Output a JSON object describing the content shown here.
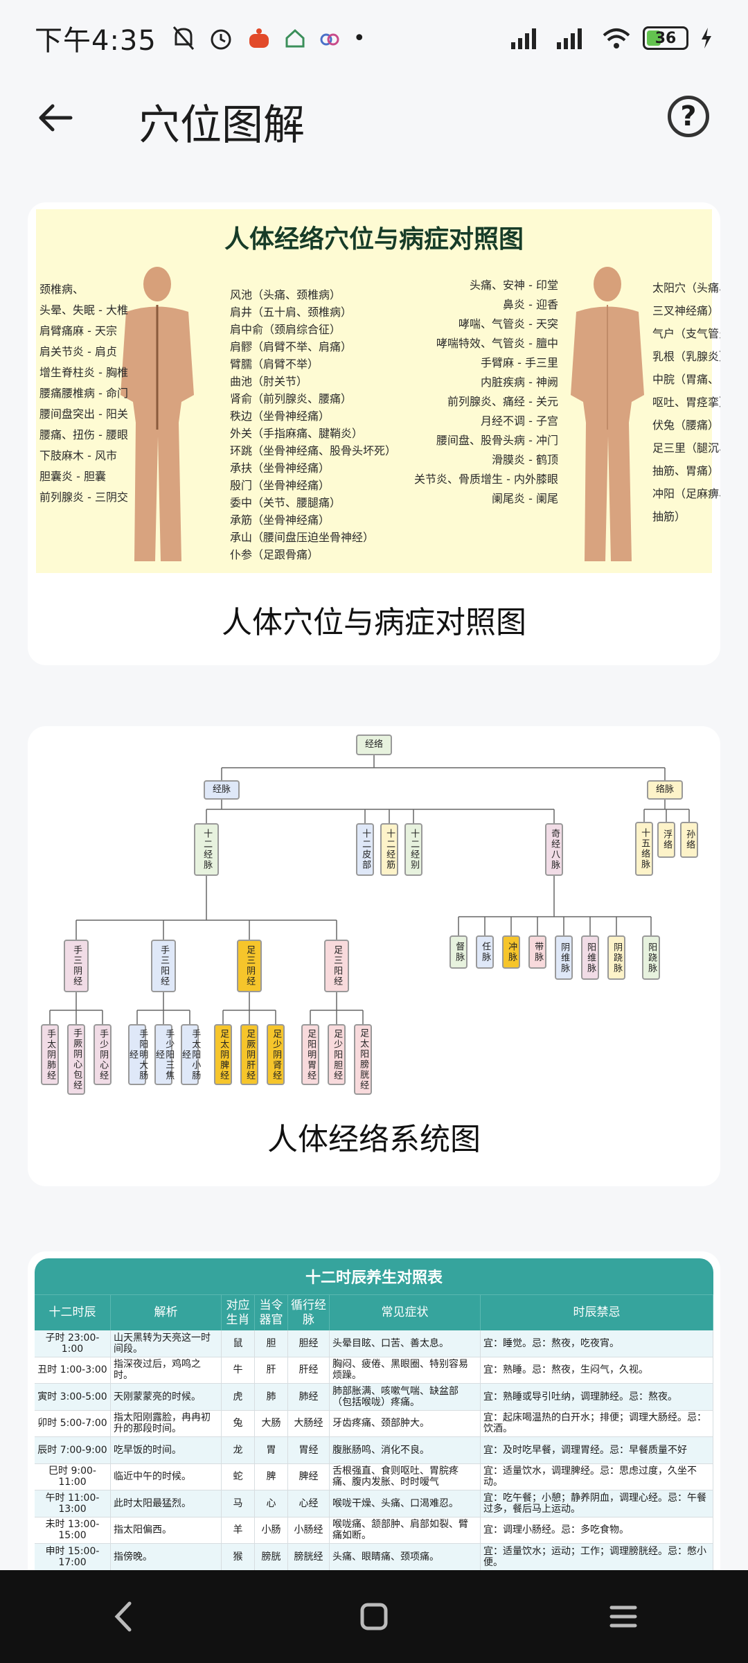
{
  "status": {
    "time": "下午4:35",
    "battery": "36"
  },
  "header": {
    "title": "穴位图解"
  },
  "card1": {
    "image_title": "人体经络穴位与病症对照图",
    "caption": "人体穴位与病症对照图",
    "left_labels": [
      "颈椎病、",
      "头晕、失眠 - 大椎",
      "肩臂痛麻 - 天宗",
      "肩关节炎 - 肩贞",
      "增生脊柱炎 - 胸椎",
      "腰痛腰椎病 - 命门",
      "腰间盘突出 - 阳关",
      "腰痛、扭伤 - 腰眼",
      "下肢麻木 - 风市",
      "胆囊炎 - 胆囊",
      "前列腺炎 - 三阴交"
    ],
    "mid_labels": [
      "风池（头痛、颈椎病）",
      "肩井（五十肩、颈椎病）",
      "肩中俞（颈肩综合征）",
      "肩髎（肩臂不举、肩痛）",
      "臂臑（肩臂不举）",
      "曲池（肘关节）",
      "肾俞（前列腺炎、腰痛）",
      "秩边（坐骨神经痛）",
      "外关（手指麻痛、腱鞘炎）",
      "环跳（坐骨神经痛、股骨头坏死）",
      "承扶（坐骨神经痛）",
      "殷门（坐骨神经痛）",
      "委中（关节、腰腿痛）",
      "承筋（坐骨神经痛）",
      "承山（腰间盘压迫坐骨神经）",
      "仆参（足跟骨痛）"
    ],
    "right_left_labels": [
      "头痛、安神 - 印堂",
      "鼻炎 - 迎香",
      "哮喘、气管炎 - 天突",
      "哮喘特效、气管炎 - 膻中",
      "手臂麻 - 手三里",
      "内脏疾病 - 神阙",
      "前列腺炎、痛经 - 关元",
      "月经不调 - 子宫",
      "腰间盘、股骨头病 - 冲门",
      "滑膜炎 - 鹤顶",
      "关节炎、骨质增生 - 内外膝眼",
      "阑尾炎 - 阑尾"
    ],
    "right_labels": [
      "太阳穴（头痛、",
      "三叉神经痛）",
      "气户（支气管炎）",
      "乳根（乳腺炎）",
      "中脘（胃痛、",
      "呕吐、胃痉挛）",
      "伏兔（腰痛）",
      "足三里（腿沉、",
      "抽筋、胃痛）",
      "冲阳（足麻痹、",
      "抽筋）"
    ]
  },
  "card2": {
    "caption": "人体经络系统图",
    "root": "经络",
    "jingmai": "经脉",
    "luomai": "络脉",
    "l2": [
      "十二经脉",
      "十二皮部",
      "十二经筋",
      "十二经别",
      "奇经八脉"
    ],
    "luo_children": [
      "十五络脉",
      "浮络",
      "孙络"
    ],
    "l3": [
      "手三阴经",
      "手三阳经",
      "足三阴经",
      "足三阳经"
    ],
    "qijing": [
      "督脉",
      "任脉",
      "冲脉",
      "带脉",
      "阴维脉",
      "阳维脉",
      "阴跷脉",
      "阳跷脉"
    ],
    "l4": [
      "手太阴肺经",
      "手厥阴心包经",
      "手少阴心经",
      "手阳明大肠经",
      "手少阳三焦经",
      "手太阳小肠经",
      "足太阴脾经",
      "足厥阴肝经",
      "足少阴肾经",
      "足阳明胃经",
      "足少阳胆经",
      "足太阳膀胱经"
    ]
  },
  "card3": {
    "table_title": "十二时辰养生对照表",
    "headers": [
      "十二时辰",
      "解析",
      "对应生肖",
      "当令器官",
      "循行经脉",
      "常见症状",
      "时辰禁忌"
    ],
    "rows": [
      [
        "子时 23:00-1:00",
        "山天黑转为天亮这一时间段。",
        "鼠",
        "胆",
        "胆经",
        "头晕目眩、口苦、善太息。",
        "宜：睡觉。忌：熬夜，吃夜宵。"
      ],
      [
        "丑时 1:00-3:00",
        "指深夜过后，鸡鸣之时。",
        "牛",
        "肝",
        "肝经",
        "胸闷、疲倦、黑眼圈、特别容易烦躁。",
        "宜：熟睡。忌：熬夜，生闷气，久视。"
      ],
      [
        "寅时 3:00-5:00",
        "天刚蒙蒙亮的时候。",
        "虎",
        "肺",
        "肺经",
        "肺部胀满、咳嗽气喘、缺盆部（包括喉咙）疼痛。",
        "宜：熟睡或导引吐纳，调理肺经。忌：熬夜。"
      ],
      [
        "卯时 5:00-7:00",
        "指太阳刚露脸，冉冉初升的那段时间。",
        "兔",
        "大肠",
        "大肠经",
        "牙齿疼痛、颈部肿大。",
        "宜：起床喝温热的白开水；排便；调理大肠经。忌：饮酒。"
      ],
      [
        "辰时 7:00-9:00",
        "吃早饭的时间。",
        "龙",
        "胃",
        "胃经",
        "腹胀肠鸣、消化不良。",
        "宜：及时吃早餐，调理胃经。忌：早餐质量不好"
      ],
      [
        "巳时 9:00-11:00",
        "临近中午的时候。",
        "蛇",
        "脾",
        "脾经",
        "舌根强直、食则呕吐、胃脘疼痛、腹内发胀、时时嗳气",
        "宜：适量饮水，调理脾经。忌：思虑过度，久坐不动。"
      ],
      [
        "午时 11:00-13:00",
        "此时太阳最猛烈。",
        "马",
        "心",
        "心经",
        "喉咙干燥、头痛、口渴难忍。",
        "宜：吃午餐；小憩；静养阴血，调理心经。忌：午餐过多，餐后马上运动。"
      ],
      [
        "未时 13:00-15:00",
        "指太阳偏西。",
        "羊",
        "小肠",
        "小肠经",
        "喉咙痛、颔部肿、肩部如裂、臂痛如断。",
        "宜：调理小肠经。忌：多吃食物。"
      ],
      [
        "申时 15:00-17:00",
        "指傍晚。",
        "猴",
        "膀胱",
        "膀胱经",
        "头痛、眼睛痛、颈项痛。",
        "宜：适量饮水；运动；工作；调理膀胱经。忌：憋小便。"
      ]
    ]
  }
}
